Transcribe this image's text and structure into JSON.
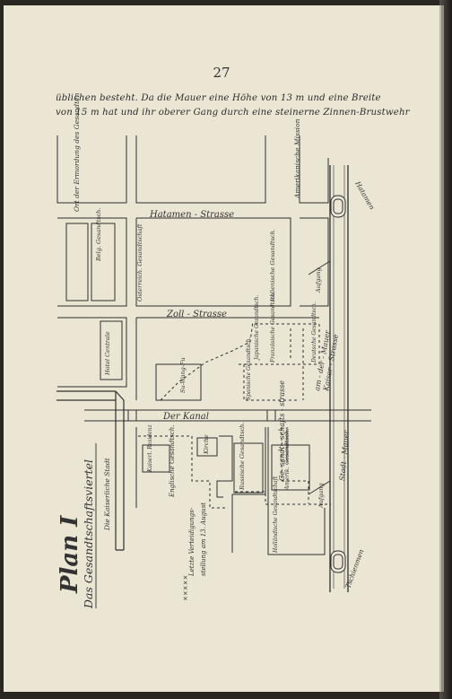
{
  "page_number": "27",
  "text_lines": [
    "üblichen besteht. Da die Mauer eine Höhe von 13 m und eine Breite",
    "von 15 m hat und ihr oberer Gang durch eine steinerne Zinnen-Brustwehr"
  ],
  "map": {
    "plan_title": "Plan I",
    "plan_subtitle": "Das Gesandtschaftsviertel",
    "streets": {
      "hatamen_strasse": "Hatamen - Strasse",
      "zoll_strasse": "Zoll - Strasse",
      "kanal": "Der Kanal",
      "kaiserliche_stadt": "Die Kaiserliche Stadt",
      "gesandtschafts_strasse": "Ge- sandt - schafts - strasse",
      "kaiser_strasse": "Kaiser - Strasse",
      "stadt_mauer": "Stadt - Mauer",
      "mauer_am": "am - der - Mauer",
      "hatamen_gate": "Hatamen",
      "tschienmen_gate": "Tschienmen"
    },
    "buildings": {
      "ort_ermordung": "Ort der Ermordung des Gesandten",
      "amerikanische_mission": "Amerikanische Mission",
      "belg_gesandtschaft": "Belg. Gesandtsch.",
      "oesterreich_gesandtschaft": "Österreich. Gesandtschaft",
      "italienische_gesandtschaft": "Italienische Gesandtsch.",
      "aufgang_north": "Aufgang",
      "hotel_centrale": "Hotel Centrale",
      "suezhwang_fu": "Su-Wang-Fu",
      "japanische_gesandtschaft": "Japanische Gesandtsch.",
      "franzoesische_gesandtschaft": "Französische Gesandtsch.",
      "deutsche_gesandtschaft": "Deutsche Gesandtsch.",
      "spanische_gesandtschaft": "Spanische Gesandtsch.",
      "englische_gesandtschaft": "Englische Gesandtsch.",
      "kaiser_residenz": "Kaiserl. Residenz",
      "kirche": "Kirche",
      "russische_gesandtschaft": "Russische Gesandtsch.",
      "amerik_gesandtschaft": "Amerik. Gesandtsch.",
      "aufgang_south": "Aufgang",
      "hollaendische_gesandtschaft": "Holländische Gesandtschaft"
    },
    "legend": {
      "line1": "Letzte Verteidigungs-",
      "line2": "stellung am 13. August",
      "marker": "×××××"
    }
  }
}
